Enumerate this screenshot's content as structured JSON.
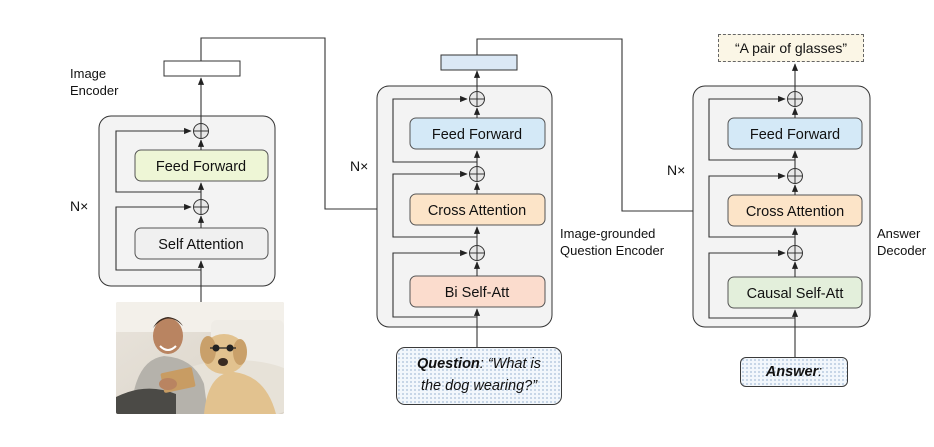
{
  "image_encoder": {
    "title_line1": "Image",
    "title_line2": "Encoder",
    "repeat": "N×",
    "feed_forward": "Feed Forward",
    "self_attention": "Self Attention"
  },
  "question_encoder": {
    "title_line1": "Image-grounded",
    "title_line2": "Question Encoder",
    "repeat": "N×",
    "feed_forward": "Feed Forward",
    "cross_attention": "Cross Attention",
    "bi_self_att": "Bi Self-Att"
  },
  "answer_decoder": {
    "title_line1": "Answer",
    "title_line2": "Decoder",
    "repeat": "N×",
    "feed_forward": "Feed Forward",
    "cross_attention": "Cross Attention",
    "causal_self_att": "Causal Self-Att"
  },
  "question_input": {
    "label": "Question",
    "text_line1": ": “What is",
    "text_line2": "the dog wearing?”"
  },
  "answer_input": {
    "label": "Answer",
    "suffix": ":"
  },
  "output": {
    "text": "“A pair of glasses”"
  },
  "colors": {
    "feed_forward_enc": "#eef6d6",
    "self_attention": "#f0f0f0",
    "feed_forward_blue": "#d4e9f7",
    "cross_attention": "#fce4c8",
    "bi_self_att": "#fbdccd",
    "causal_self_att": "#e3efdb",
    "container": "#f3f3f3",
    "question_token": "#dbe8f5"
  }
}
